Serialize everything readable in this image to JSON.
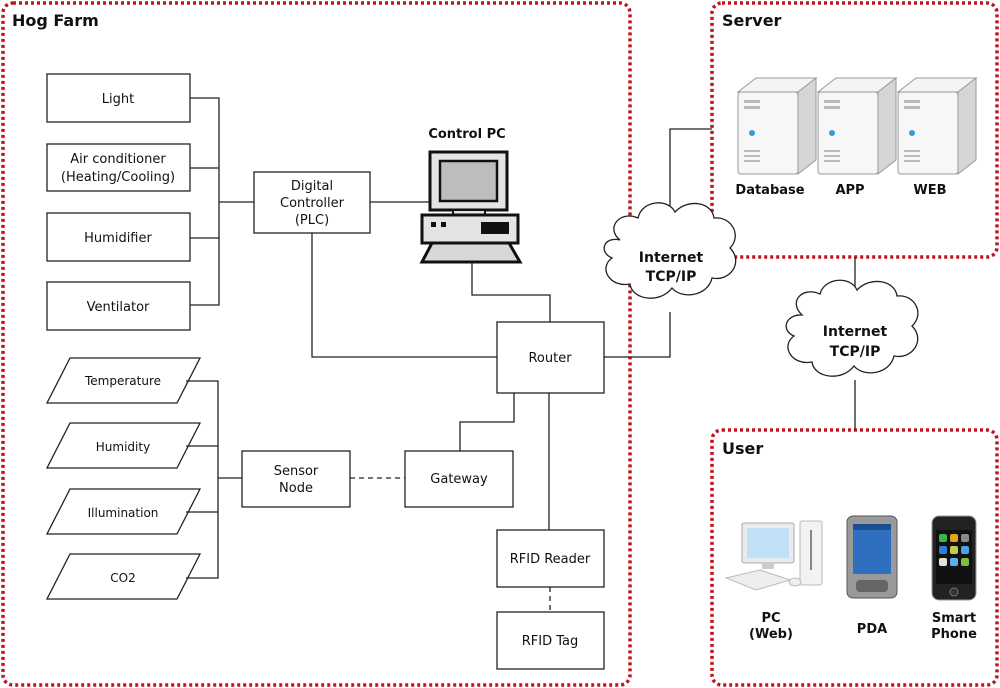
{
  "regions": {
    "hog_farm": "Hog Farm",
    "server": "Server",
    "user": "User"
  },
  "actuators": [
    "Light",
    "Air conditioner|(Heating/Cooling)",
    "Humidifier",
    "Ventilator"
  ],
  "sensors": [
    "Temperature",
    "Humidity",
    "Illumination",
    "CO2"
  ],
  "plc": [
    "Digital",
    "Controller",
    "(PLC)"
  ],
  "control_pc": "Control PC",
  "router": "Router",
  "sensor_node": [
    "Sensor",
    "Node"
  ],
  "gateway": "Gateway",
  "rfid_reader": "RFID Reader",
  "rfid_tag": "RFID Tag",
  "cloud1": [
    "Internet",
    "TCP/IP"
  ],
  "cloud2": [
    "Internet",
    "TCP/IP"
  ],
  "servers": [
    "Database",
    "APP",
    "WEB"
  ],
  "user_devices": {
    "pc": [
      "PC",
      "(Web)"
    ],
    "pda": "PDA",
    "phone": [
      "Smart",
      "Phone"
    ]
  },
  "colors": {
    "region_border": "#c0141e",
    "server_led": "#3a9ad9"
  }
}
